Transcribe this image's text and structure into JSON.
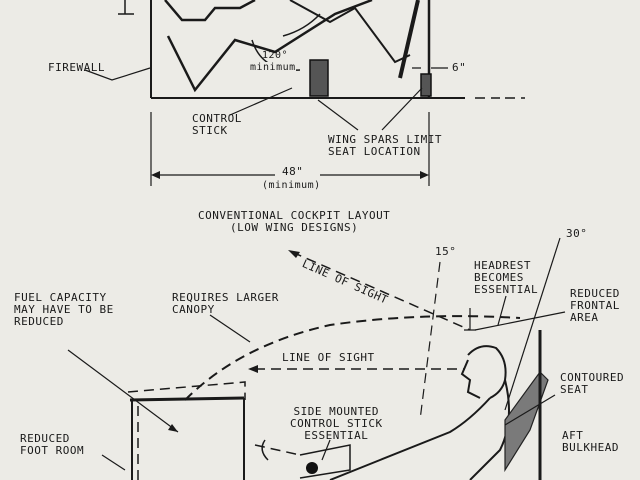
{
  "top_diagram": {
    "labels": {
      "firewall": "FIREWALL",
      "angle": "120°",
      "angle_note": "minimum",
      "control_stick": "CONTROL\nSTICK",
      "clearance": "6\"",
      "wing_spars": "WING SPARS LIMIT\nSEAT LOCATION",
      "length": "48\"",
      "length_note": "(minimum)"
    },
    "caption": "CONVENTIONAL COCKPIT LAYOUT\n(LOW WING DESIGNS)"
  },
  "bottom_diagram": {
    "labels": {
      "line_of_sight_upper": "LINE OF SIGHT",
      "angle_15": "15°",
      "angle_30": "30°",
      "headrest": "HEADREST\nBECOMES\nESSENTIAL",
      "fuel": "FUEL CAPACITY\nMAY HAVE TO BE\nREDUCED",
      "canopy": "REQUIRES LARGER\nCANOPY",
      "frontal": "REDUCED\nFRONTAL\nAREA",
      "line_of_sight_lower": "LINE OF SIGHT",
      "seat": "CONTOURED\nSEAT",
      "side_stick": "SIDE MOUNTED\nCONTROL STICK\nESSENTIAL",
      "foot_room": "REDUCED\nFOOT ROOM",
      "bulkhead": "AFT\nBULKHEAD"
    }
  }
}
